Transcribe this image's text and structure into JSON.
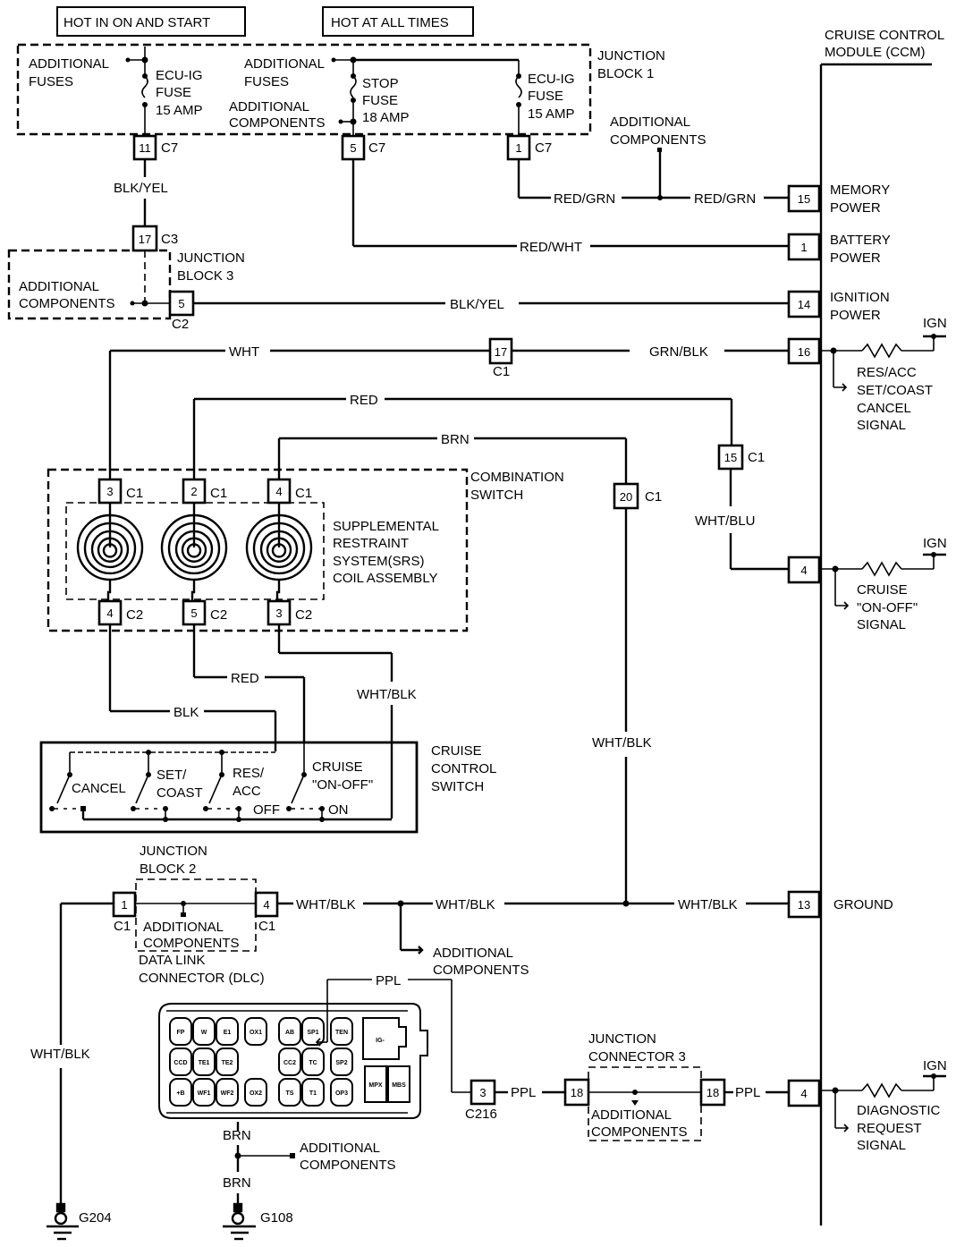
{
  "diagram": {
    "headers": {
      "hot_in_on_start": "HOT IN ON AND START",
      "hot_at_all_times": "HOT AT ALL TIMES"
    },
    "junction_block_1": {
      "title": [
        "JUNCTION",
        "BLOCK 1"
      ],
      "additional_fuses_left": [
        "ADDITIONAL",
        "FUSES"
      ],
      "additional_fuses_mid": [
        "ADDITIONAL",
        "FUSES"
      ],
      "additional_components": [
        "ADDITIONAL",
        "COMPONENTS"
      ],
      "fuse_ecu_ig_left": [
        "ECU-IG",
        "FUSE",
        "15 AMP"
      ],
      "fuse_stop": [
        "STOP",
        "FUSE",
        "18 AMP"
      ],
      "fuse_ecu_ig_right": [
        "ECU-IG",
        "FUSE",
        "15 AMP"
      ],
      "pins": [
        {
          "pin": "11",
          "conn": "C7"
        },
        {
          "pin": "5",
          "conn": "C7"
        },
        {
          "pin": "1",
          "conn": "C7"
        }
      ]
    },
    "junction_block_3": {
      "title": [
        "JUNCTION",
        "BLOCK 3"
      ],
      "additional_components": [
        "ADDITIONAL",
        "COMPONENTS"
      ],
      "pin_top": {
        "pin": "17",
        "conn": "C3"
      },
      "pin_out": {
        "pin": "5",
        "conn": "C2"
      }
    },
    "ccm": {
      "title": [
        "CRUISE CONTROL",
        "MODULE (CCM)"
      ],
      "pins": [
        {
          "pin": "15",
          "label": [
            "MEMORY",
            "POWER"
          ]
        },
        {
          "pin": "1",
          "label": [
            "BATTERY",
            "POWER"
          ]
        },
        {
          "pin": "14",
          "label": [
            "IGNITION",
            "POWER"
          ]
        },
        {
          "pin": "16",
          "label": []
        },
        {
          "pin": "4",
          "label": []
        },
        {
          "pin": "13",
          "label": [
            "GROUND"
          ]
        },
        {
          "pin": "4",
          "label": []
        }
      ],
      "signals": {
        "res_acc": [
          "RES/ACC",
          "SET/COAST",
          "CANCEL",
          "SIGNAL"
        ],
        "cruise_on_off": [
          "CRUISE",
          "\"ON-OFF\"",
          "SIGNAL"
        ],
        "diagnostic": [
          "DIAGNOSTIC",
          "REQUEST",
          "SIGNAL"
        ]
      },
      "ign_label": "IGN"
    },
    "wires": {
      "blk_yel_1": "BLK/YEL",
      "red_grn_1": "RED/GRN",
      "red_grn_2": "RED/GRN",
      "red_wht": "RED/WHT",
      "blk_yel_2": "BLK/YEL",
      "wht": "WHT",
      "grn_blk": "GRN/BLK",
      "red_top": "RED",
      "brn_top": "BRN",
      "wht_blu": "WHT/BLU",
      "red_low": "RED",
      "blk_low": "BLK",
      "wht_blk_sw": "WHT/BLK",
      "wht_blk_vert": "WHT/BLK",
      "wht_blk_1": "WHT/BLK",
      "wht_blk_2": "WHT/BLK",
      "wht_blk_3": "WHT/BLK",
      "wht_blk_gnd": "WHT/BLK",
      "ppl_1": "PPL",
      "ppl_2": "PPL",
      "ppl_3": "PPL",
      "brn_1": "BRN",
      "brn_2": "BRN"
    },
    "inline_connectors": {
      "c1_17": {
        "pin": "17",
        "conn": "C1"
      },
      "c1_15": {
        "pin": "15",
        "conn": "C1"
      },
      "c1_20": {
        "pin": "20",
        "conn": "C1"
      },
      "c216": {
        "pin": "3",
        "conn": "C216"
      }
    },
    "additional_components_misc": [
      "ADDITIONAL",
      "COMPONENTS"
    ],
    "combination_switch": {
      "title": [
        "COMBINATION",
        "SWITCH"
      ],
      "srs": [
        "SUPPLEMENTAL",
        "RESTRAINT",
        "SYSTEM(SRS)",
        "COIL ASSEMBLY"
      ],
      "pins_top": [
        {
          "pin": "3",
          "conn": "C1"
        },
        {
          "pin": "2",
          "conn": "C1"
        },
        {
          "pin": "4",
          "conn": "C1"
        }
      ],
      "pins_bottom": [
        {
          "pin": "4",
          "conn": "C2"
        },
        {
          "pin": "5",
          "conn": "C2"
        },
        {
          "pin": "3",
          "conn": "C2"
        }
      ]
    },
    "cruise_switch": {
      "title": [
        "CRUISE",
        "CONTROL",
        "SWITCH"
      ],
      "cancel": "CANCEL",
      "set_coast": [
        "SET/",
        "COAST"
      ],
      "res_acc": [
        "RES/",
        "ACC"
      ],
      "cruise_on_off": [
        "CRUISE",
        "\"ON-OFF\""
      ],
      "off": "OFF",
      "on": "ON"
    },
    "junction_block_2": {
      "title": [
        "JUNCTION",
        "BLOCK 2"
      ],
      "additional_components": [
        "ADDITIONAL",
        "COMPONENTS"
      ],
      "pin_left": {
        "pin": "1",
        "conn": "C1"
      },
      "pin_right": {
        "pin": "4",
        "conn": "C1"
      }
    },
    "dlc": {
      "title": [
        "DATA LINK",
        "CONNECTOR (DLC)"
      ],
      "pins": [
        "FP",
        "W",
        "E1",
        "OX1",
        "AB",
        "SP1",
        "TEN",
        "CCD",
        "TE1",
        "TE2",
        "CC2",
        "TC",
        "SP2",
        "+B",
        "WF1",
        "WF2",
        "OX2",
        "TS",
        "T1",
        "OP3",
        "MPX",
        "MBS",
        "IG-"
      ]
    },
    "junction_connector_3": {
      "title": [
        "JUNCTION",
        "CONNECTOR 3"
      ],
      "additional_components": [
        "ADDITIONAL",
        "COMPONENTS"
      ],
      "pin_left": "18",
      "pin_right": "18"
    },
    "grounds": {
      "g204": "G204",
      "g108": "G108"
    }
  }
}
